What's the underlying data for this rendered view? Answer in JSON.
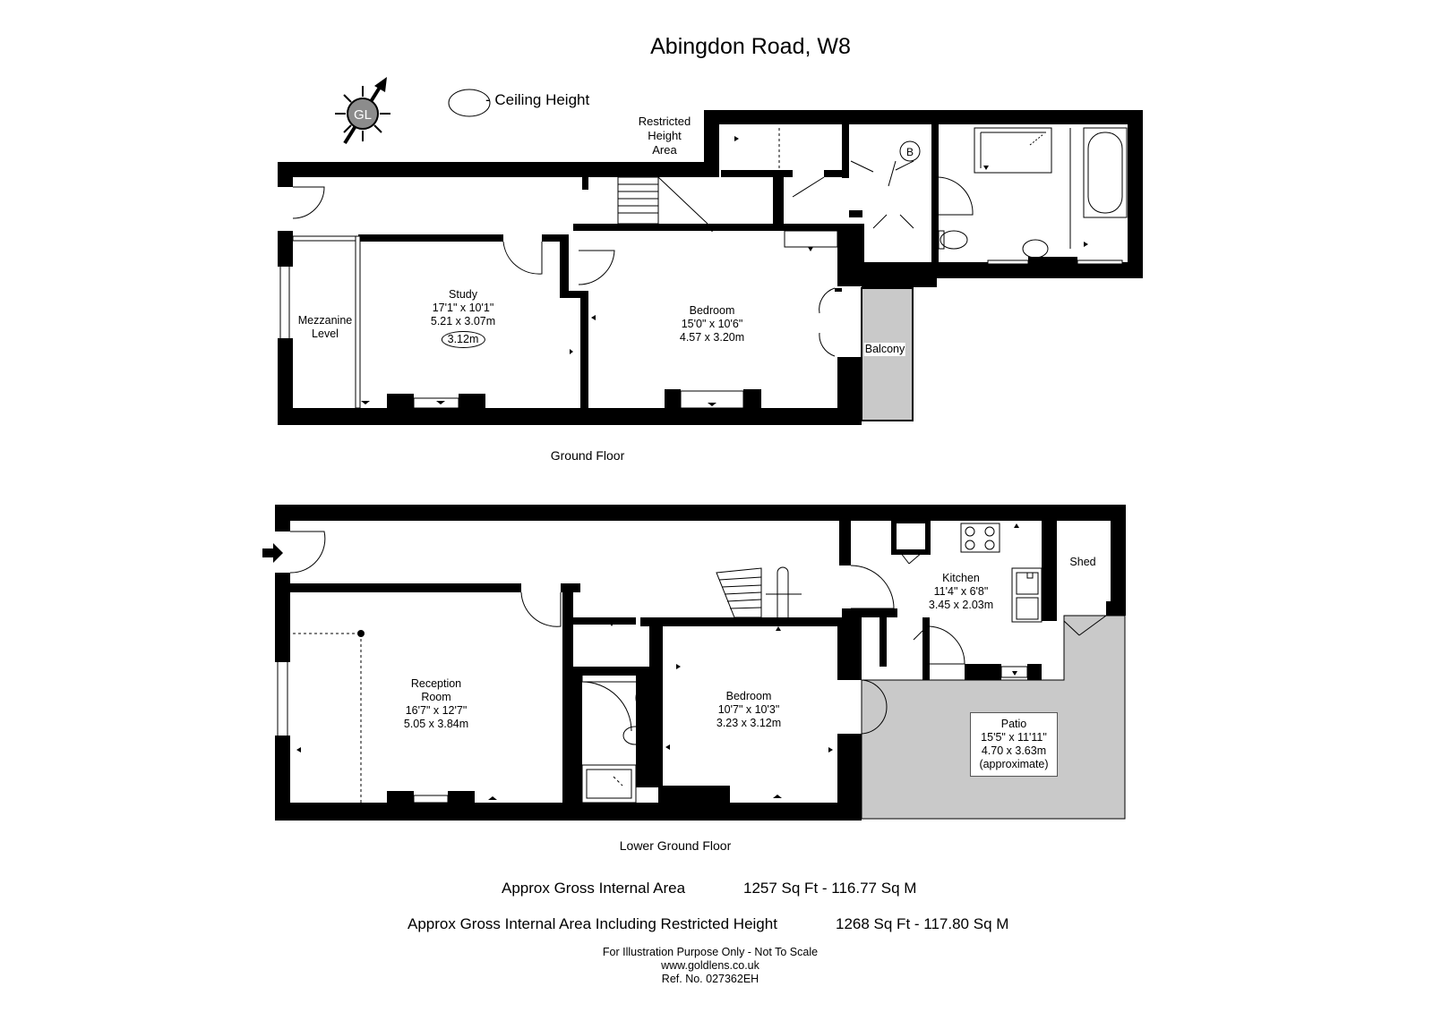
{
  "title": "Abingdon Road, W8",
  "legend": {
    "label": "- Ceiling Height",
    "compass": "GL"
  },
  "restricted_label": [
    "Restricted",
    "Height",
    "Area"
  ],
  "ground_floor": {
    "label": "Ground Floor",
    "study": {
      "name": "Study",
      "imperial": "17'1\" x 10'1\"",
      "metric": "5.21 x 3.07m",
      "ceiling": "3.12m"
    },
    "bedroom": {
      "name": "Bedroom",
      "imperial": "15'0\" x 10'6\"",
      "metric": "4.57 x 3.20m"
    },
    "mezzanine": [
      "Mezzanine",
      "Level"
    ],
    "balcony": "Balcony",
    "boiler": "B"
  },
  "lower_ground_floor": {
    "label": "Lower Ground Floor",
    "reception": {
      "name": [
        "Reception",
        "Room"
      ],
      "imperial": "16'7\" x 12'7\"",
      "metric": "5.05 x 3.84m"
    },
    "bedroom": {
      "name": "Bedroom",
      "imperial": "10'7\" x 10'3\"",
      "metric": "3.23 x 3.12m"
    },
    "kitchen": {
      "name": "Kitchen",
      "imperial": "11'4\" x 6'8\"",
      "metric": "3.45 x 2.03m"
    },
    "shed": "Shed",
    "patio": {
      "name": "Patio",
      "imperial": "15'5\" x 11'11\"",
      "metric": "4.70 x 3.63m",
      "note": "(approximate)"
    }
  },
  "areas": [
    {
      "label": "Approx Gross Internal Area",
      "value": "1257 Sq Ft - 116.77 Sq M"
    },
    {
      "label": "Approx Gross Internal Area Including Restricted Height",
      "value": "1268 Sq Ft - 117.80 Sq M"
    }
  ],
  "footer": [
    "For Illustration Purpose Only - Not To Scale",
    "www.goldlens.co.uk",
    "Ref. No. 027362EH"
  ]
}
